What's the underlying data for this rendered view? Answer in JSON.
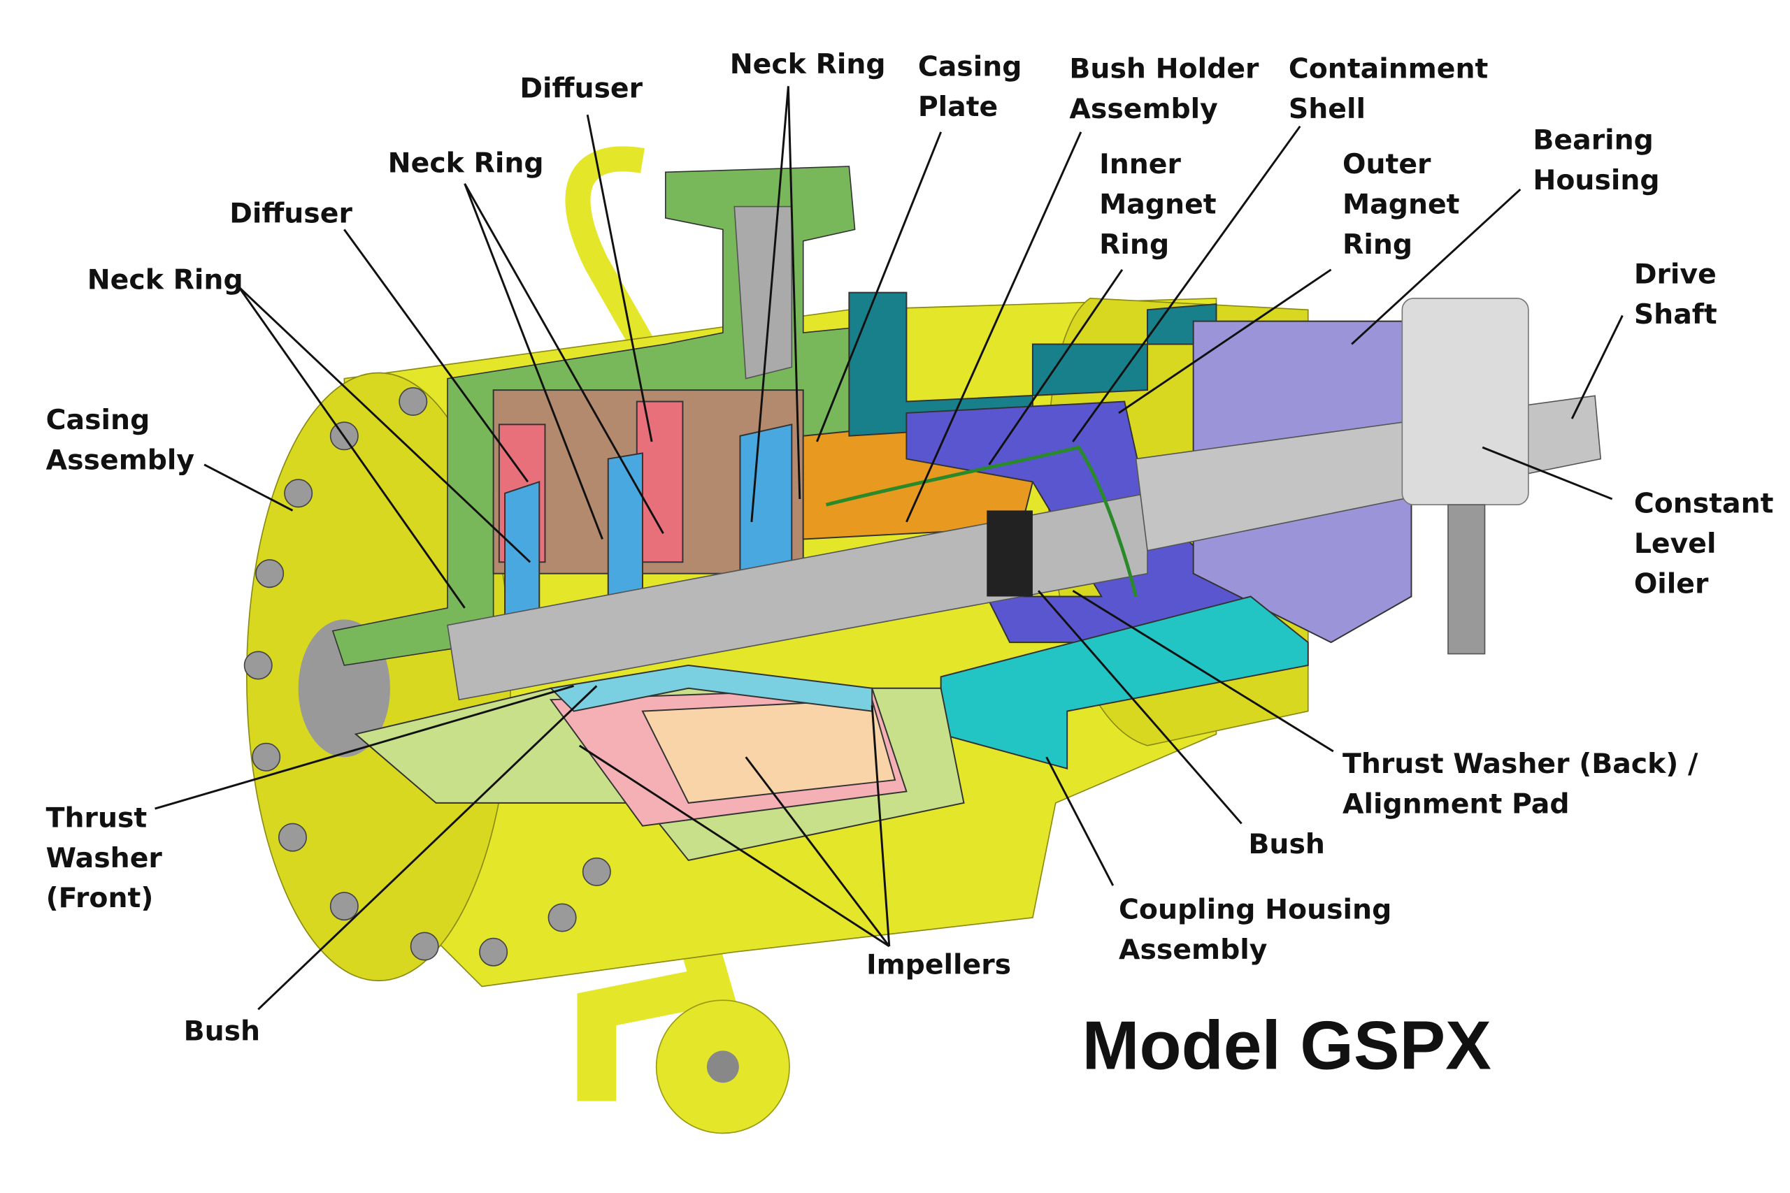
{
  "title": "Model GSPX",
  "labels": {
    "neck_ring_top": "Neck Ring",
    "casing_plate": [
      "Casing",
      "Plate"
    ],
    "bush_holder": [
      "Bush Holder",
      "Assembly"
    ],
    "containment_shell": [
      "Containment",
      "Shell"
    ],
    "diffuser_top": "Diffuser",
    "neck_ring_mid": "Neck Ring",
    "inner_magnet": [
      "Inner",
      "Magnet",
      "Ring"
    ],
    "outer_magnet": [
      "Outer",
      "Magnet",
      "Ring"
    ],
    "bearing_housing": [
      "Bearing",
      "Housing"
    ],
    "diffuser_left": "Diffuser",
    "neck_ring_left": "Neck Ring",
    "drive_shaft": [
      "Drive",
      "Shaft"
    ],
    "casing_assembly": [
      "Casing",
      "Assembly"
    ],
    "oiler": [
      "Constant",
      "Level",
      "Oiler"
    ],
    "thrust_back": [
      "Thrust Washer (Back) /",
      "Alignment Pad"
    ],
    "thrust_front": [
      "Thrust",
      "Washer",
      "(Front)"
    ],
    "bush_right": "Bush",
    "coupling_housing": [
      "Coupling Housing",
      "Assembly"
    ],
    "impellers": "Impellers",
    "bush_left": "Bush"
  },
  "colors": {
    "casing": "#e4e62a",
    "casing_dark": "#b9b81c",
    "green": "#78b85a",
    "diffuser": "#e8707a",
    "impeller": "#4aa8e0",
    "brown": "#b48a6e",
    "teal": "#17808a",
    "purple": "#5a56d0",
    "lavender": "#9b94d8",
    "cyan": "#22c4c4",
    "orange": "#e89a20",
    "shaft": "#b8b8b8"
  }
}
